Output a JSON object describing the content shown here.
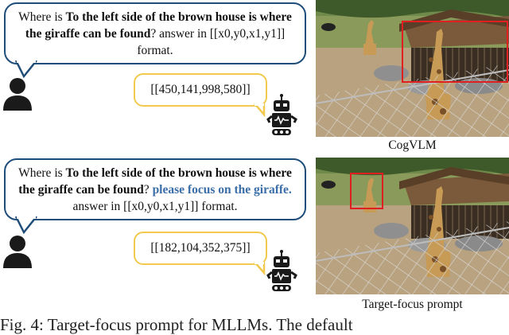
{
  "top": {
    "question": {
      "pre": "Where is ",
      "bold": "To the left side of the brown house is where the giraffe can be found",
      "post": "? answer in [[x0,y0,x1,y1]] format."
    },
    "answer": "[[450,141,998,580]]",
    "caption": "CogVLM"
  },
  "bottom": {
    "question": {
      "pre": "Where is ",
      "bold": "To the left side of the brown house is where the giraffe can be found",
      "mid": "? ",
      "focus": "please focus on the giraffe.",
      "post": " answer in [[x0,y0,x1,y1]] format."
    },
    "answer": "[[182,104,352,375]]",
    "caption": "Target-focus prompt"
  },
  "figure_caption": "Fig. 4: Target-focus prompt for MLLMs. The default",
  "icons": [
    "person-icon",
    "robot-icon"
  ],
  "colors": {
    "question_border": "#1f4d7a",
    "answer_border": "#f2c94c",
    "focus_text": "#3a6ea8",
    "bbox": "#e02020"
  }
}
